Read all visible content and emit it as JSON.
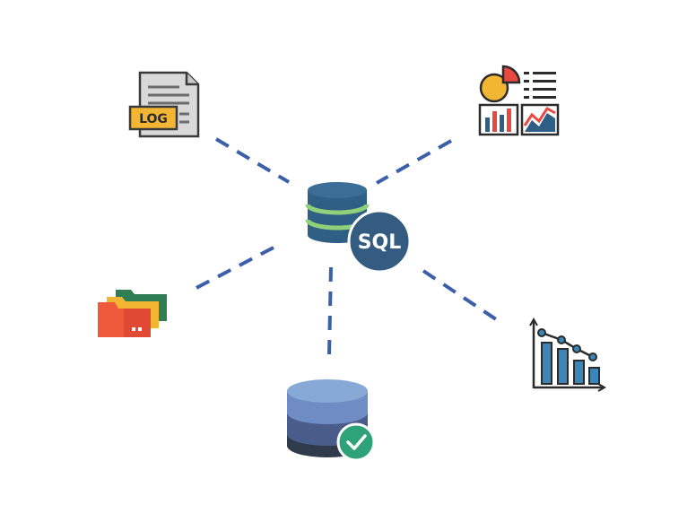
{
  "hub": {
    "label": "SQL",
    "icon": "sql-database-icon"
  },
  "nodes": [
    {
      "id": "log",
      "label": "LOG",
      "icon": "log-file-icon"
    },
    {
      "id": "report",
      "icon": "dashboard-report-icon"
    },
    {
      "id": "folders",
      "icon": "folder-stack-icon"
    },
    {
      "id": "chart",
      "icon": "bar-line-chart-icon"
    },
    {
      "id": "verified-db",
      "icon": "verified-database-icon"
    }
  ],
  "colors": {
    "connector": "#3b5fa8",
    "db_blue": "#2f5f85",
    "db_green": "#8fd17a",
    "sql_badge": "#335c80"
  }
}
